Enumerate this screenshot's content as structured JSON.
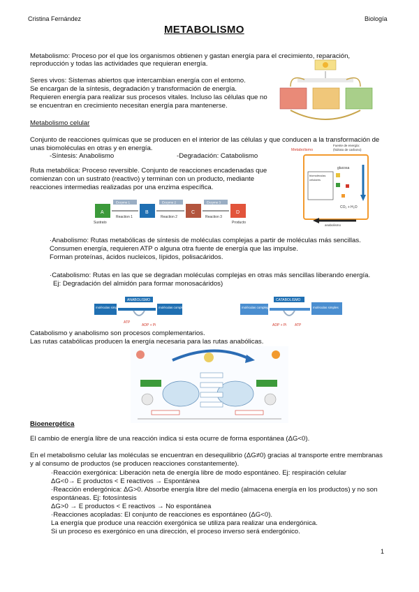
{
  "header": {
    "author": "Cristina Fernández",
    "subject": "Biología"
  },
  "title": "METABOLISMO",
  "intro": [
    "Metabolismo: Proceso por el que los organismos obtienen y gastan energía para el crecimiento, reparación,",
    "reproducción y todas las actividades que requieran energía."
  ],
  "seres_vivos": [
    "Seres vivos: Sistemas abiertos que intercambian energía con el entorno.",
    "Se encargan de la síntesis, degradación y transformación de energía.",
    "Requieren energía para realizar sus procesos vitales. Incluso las células que no",
    "se encuentran en crecimiento necesitan energía para mantenerse."
  ],
  "section_cellular": "Metabolismo celular",
  "cellular_def": [
    "Conjunto de reacciones químicas que se producen en el interior de las células y que conducen a la transformación de",
    "unas biomoléculas en otras y en energía."
  ],
  "cellular_types": {
    "synth": "-Síntesis: Anabolismo",
    "deg": "-Degradación: Catabolismo"
  },
  "ruta": [
    "Ruta metabólica: Proceso reversible. Conjunto de reacciones encadenadas que",
    "comienzan con un sustrato (reactivo) y terminan con un producto, mediante",
    "reacciones intermedias realizadas por una enzima específica."
  ],
  "ruta_fig": {
    "nodes": [
      "A",
      "B",
      "C",
      "D"
    ],
    "enzymes": [
      "Enzyme 1",
      "Enzyme 2",
      "Enzyme 3"
    ],
    "labels": [
      "Sustrato",
      "Reaction 1",
      "Reaction 2",
      "Reaction 3",
      "Producto"
    ]
  },
  "metab_fig": {
    "title": "Metabolismo",
    "fuente": "Fuente de energía:",
    "fuente2": "(hidrato de carbono)",
    "glucosa": "glucosa",
    "anabolism": "anabolismo",
    "co2": "CO₂ + H₂O"
  },
  "anabolismo": [
    "·Anabolismo: Rutas metabólicas de síntesis de moléculas complejas a partir de moléculas más sencillas.",
    "Consumen energía, requieren ATP o alguna otra fuente de energía que las impulse.",
    "Forman proteínas, ácidos nucleicos, lípidos, polisacáridos."
  ],
  "catabolismo": [
    "·Catabolismo: Rutas en las que se degradan moléculas complejas en otras más sencillas liberando energía.",
    "Ej: Degradación del almidón para formar monosacáridos)"
  ],
  "ana_fig": {
    "title": "ANABOLISMO",
    "left": "moléculas simples",
    "right": "moléculas complejas",
    "atp": "ATP",
    "adp": "ADP + Pi"
  },
  "cata_fig": {
    "title": "CATABOLISMO",
    "left": "moléculas complejas",
    "right": "moléculas simples",
    "atp": "ATP",
    "adp": "ADP + Pi"
  },
  "complementarios": [
    "Catabolismo y anabolismo son procesos complementarios.",
    "Las rutas catabólicas producen la energía necesaria para las rutas anabólicas."
  ],
  "section_bio": "Bioenergética",
  "bio_lines": [
    "El cambio de energía libre de una reacción indica si esta ocurre de forma espontánea (ΔG<0).",
    "",
    "En el metabolismo celular las moléculas se encuentran en desequilibrio (ΔG≠0) gracias al transporte entre membranas",
    "y al consumo de productos (se producen reacciones constantemente)."
  ],
  "bio_items": [
    "·Reacción exergónica: Liberación neta de energía libre de modo espontáneo. Ej: respiración celular",
    "ΔG<0→ E productos < E reactivos → Espontánea",
    "·Reacción endergónica: ΔG>0. Absorbe energía libre del medio (almacena energía en los productos) y no son",
    "espontáneas. Ej: fotosíntesis",
    "ΔG>0 → E productos < E reactivos → No espontánea",
    "·Reacciones acopladas: El conjunto de reacciones es espontáneo (ΔG<0).",
    "La energía que produce una reacción exergónica se utiliza para realizar una endergónica.",
    "Si un proceso es exergónico en una dirección, el proceso inverso será endergónico."
  ],
  "page_number": "1",
  "colors": {
    "blue": "#1f6fb2",
    "red": "#d2392b",
    "orange": "#f29a2e",
    "yellow": "#e8c23a",
    "green": "#3c9a3a"
  }
}
